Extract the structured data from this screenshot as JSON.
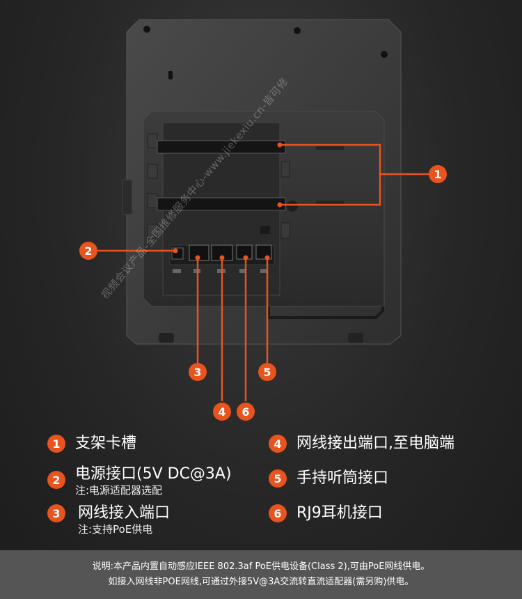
{
  "watermark": "视频会议产品-全国维修服务中心-www.jiekexiu.cn-皆可修",
  "callouts": [
    "1",
    "2",
    "3",
    "4",
    "5",
    "6"
  ],
  "legend": [
    {
      "num": "1",
      "label": "支架卡槽",
      "note": ""
    },
    {
      "num": "2",
      "label": "电源接口(5V DC@3A)",
      "note": "注:电源适配器选配"
    },
    {
      "num": "3",
      "label": "网线接入端口",
      "note": "注:支持PoE供电"
    },
    {
      "num": "4",
      "label": "网线接出端口,至电脑端",
      "note": ""
    },
    {
      "num": "5",
      "label": "手持听筒接口",
      "note": ""
    },
    {
      "num": "6",
      "label": "RJ9耳机接口",
      "note": ""
    }
  ],
  "footer": {
    "line1": "说明:本产品内置自动感应IEEE 802.3af PoE供电设备(Class 2),可由PoE网线供电。",
    "line2": "如接入网线非POE网线,可通过外接5V@3A交流转直流适配器(需另购)供电。"
  },
  "colors": {
    "accent": "#e8531e",
    "background": "#262626",
    "footer_bar": "#555555"
  }
}
